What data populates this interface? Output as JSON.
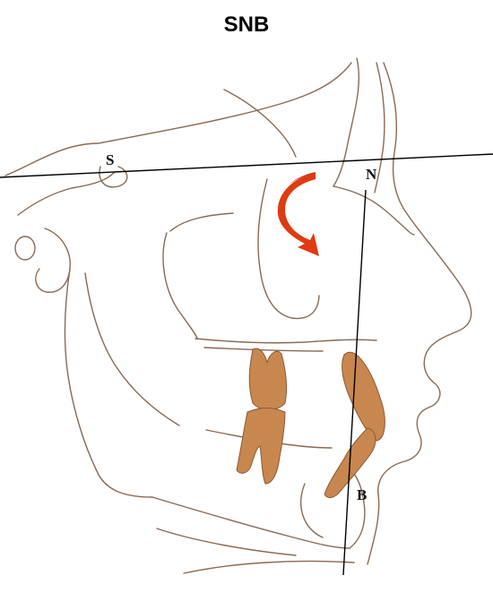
{
  "title": "SNB",
  "points": {
    "s": "S",
    "n": "N",
    "b": "B"
  },
  "colors": {
    "trace": "#8a6a52",
    "tooth": "#c8874f",
    "arrow": "#e03a10"
  }
}
